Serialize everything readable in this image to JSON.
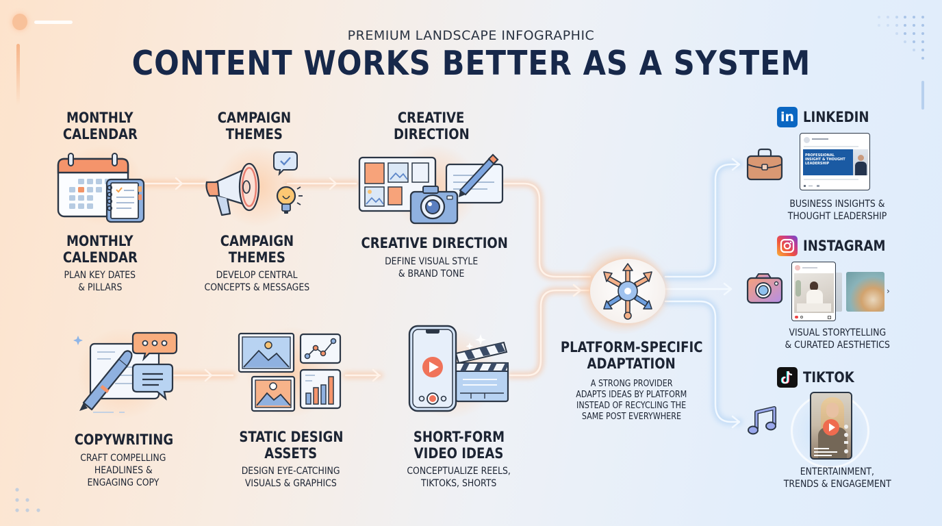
{
  "header": {
    "kicker": "PREMIUM LANDSCAPE INFOGRAPHIC",
    "title": "CONTENT WORKS BETTER AS A SYSTEM"
  },
  "colors": {
    "title": "#17284a",
    "accent_orange": "#f4935f",
    "accent_blue": "#7aa9e6",
    "linkedin": "#0a66c2",
    "tiktok": "#111111",
    "play_button": "#ef6b4f"
  },
  "steps": [
    {
      "id": "monthly-calendar",
      "top_title_lines": [
        "MONTHLY",
        "CALENDAR"
      ],
      "label_lines": [
        "MONTHLY",
        "CALENDAR"
      ],
      "desc_lines": [
        "PLAN KEY DATES",
        "& PILLARS"
      ],
      "icon": "calendar-icon"
    },
    {
      "id": "campaign-themes",
      "top_title_lines": [
        "CAMPAIGN",
        "THEMES"
      ],
      "label_lines": [
        "CAMPAIGN",
        "THEMES"
      ],
      "desc_lines": [
        "DEVELOP CENTRAL",
        "CONCEPTS & MESSAGES"
      ],
      "icon": "megaphone-icon"
    },
    {
      "id": "creative-direction",
      "top_title_lines": [
        "CREATIVE",
        "DIRECTION"
      ],
      "label_lines": [
        "CREATIVE DIRECTION"
      ],
      "desc_lines": [
        "DEFINE VISUAL STYLE",
        "& BRAND TONE"
      ],
      "icon": "moodboard-camera-icon"
    },
    {
      "id": "copywriting",
      "label_lines": [
        "COPYWRITING"
      ],
      "desc_lines": [
        "CRAFT COMPELLING",
        "HEADLINES &",
        "ENGAGING COPY"
      ],
      "icon": "pen-chat-icon"
    },
    {
      "id": "static-design-assets",
      "label_lines": [
        "STATIC DESIGN",
        "ASSETS"
      ],
      "desc_lines": [
        "DESIGN EYE-CATCHING",
        "VISUALS & GRAPHICS"
      ],
      "icon": "image-charts-icon"
    },
    {
      "id": "short-form-video",
      "label_lines": [
        "SHORT-FORM",
        "VIDEO IDEAS"
      ],
      "desc_lines": [
        "CONCEPTUALIZE REELS,",
        "TIKTOKS, SHORTS"
      ],
      "icon": "phone-clapper-icon"
    }
  ],
  "hub": {
    "title_lines": [
      "PLATFORM-SPECIFIC",
      "ADAPTATION"
    ],
    "desc_lines": [
      "A STRONG PROVIDER",
      "ADAPTS IDEAS BY PLATFORM",
      "INSTEAD OF RECYCLING THE",
      "SAME POST EVERYWHERE"
    ],
    "icon": "distribute-arrows-icon"
  },
  "platforms": [
    {
      "name": "LINKEDIN",
      "logo": "linkedin-logo-icon",
      "side_icon": "briefcase-icon",
      "preview_banner_lines": [
        "PROFESSIONAL",
        "INSIGHT & THOUGHT",
        "LEADERSHIP"
      ],
      "desc_lines": [
        "BUSINESS INSIGHTS &",
        "THOUGHT LEADERSHIP"
      ]
    },
    {
      "name": "INSTAGRAM",
      "logo": "instagram-logo-icon",
      "side_icon": "camera-icon",
      "desc_lines": [
        "VISUAL STORYTELLING",
        "& CURATED AESTHETICS"
      ]
    },
    {
      "name": "TIKTOK",
      "logo": "tiktok-logo-icon",
      "side_icon": "music-note-icon",
      "desc_lines": [
        "ENTERTAINMENT,",
        "TRENDS & ENGAGEMENT"
      ]
    }
  ]
}
